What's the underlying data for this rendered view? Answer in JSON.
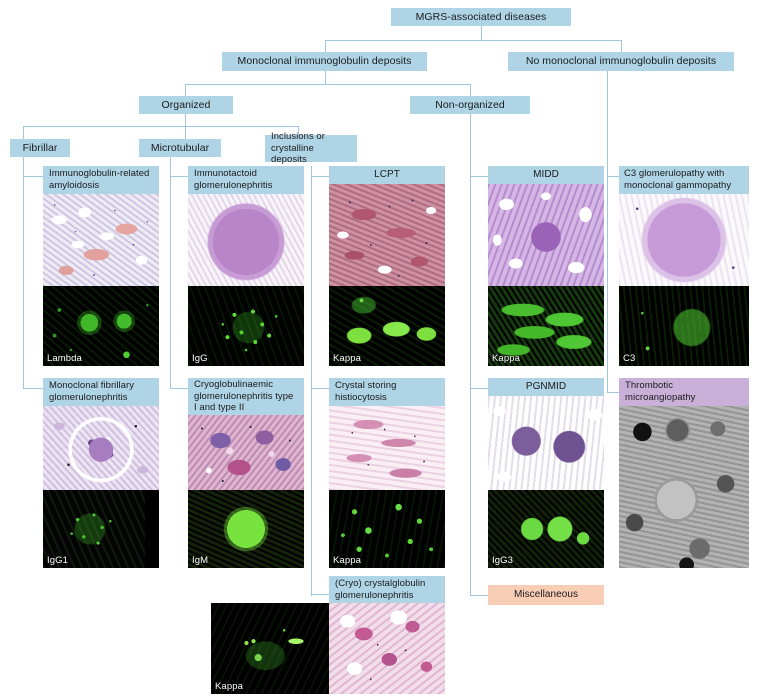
{
  "diagram": {
    "title": "MGRS-associated diseases",
    "root": {
      "label": "MGRS-associated diseases"
    },
    "level1": [
      {
        "label": "Monoclonal immunoglobulin deposits"
      },
      {
        "label": "No monoclonal immunoglobulin deposits"
      }
    ],
    "level2": [
      {
        "label": "Organized"
      },
      {
        "label": "Non-organized"
      }
    ],
    "level3": [
      {
        "label": "Fibrillar"
      },
      {
        "label": "Microtubular"
      },
      {
        "label": "Inclusions or crystalline deposits"
      }
    ],
    "colors": {
      "box_blue": "#aed4e6",
      "box_purple": "#c9b0d8",
      "box_peach": "#f8cdb6",
      "connector": "#9ec6de",
      "background": "#ffffff",
      "text": "#1b1b1b"
    }
  },
  "entities": [
    {
      "id": "amyloidosis",
      "label": "Immunoglobulin-related amyloidosis",
      "box_color": "blue",
      "histology_stain": "congo-red-amyloid",
      "if_label": "Lambda"
    },
    {
      "id": "immunotactoid",
      "label": "Immunotactoid glomerulonephritis",
      "box_color": "blue",
      "histology_stain": "pas-glomerulus",
      "if_label": "IgG"
    },
    {
      "id": "lcpt",
      "label": "LCPT",
      "box_color": "blue",
      "histology_stain": "he-proximal-tubules",
      "if_label": "Kappa"
    },
    {
      "id": "midd",
      "label": "MIDD",
      "box_color": "blue",
      "histology_stain": "pas-nodular-glomerulosclerosis",
      "if_label": "Kappa"
    },
    {
      "id": "c3g",
      "label": "C3 glomerulopathy with monoclonal gammopathy",
      "box_color": "blue",
      "histology_stain": "pas-glomerulus",
      "if_label": "C3"
    },
    {
      "id": "fibrillary",
      "label": "Monoclonal fibrillary glomerulonephritis",
      "box_color": "blue",
      "histology_stain": "silver-glomerulus",
      "if_label": "IgG1"
    },
    {
      "id": "cryoglobulinaemic",
      "label": "Cryoglobulinaemic glomerulonephritis type I and type II",
      "box_color": "blue",
      "histology_stain": "trichrome-cryoglobulin",
      "if_label": "IgM"
    },
    {
      "id": "crystal-storing",
      "label": "Crystal storing histiocytosis",
      "box_color": "blue",
      "histology_stain": "he-histiocytes",
      "if_label": "Kappa"
    },
    {
      "id": "pgnmid",
      "label": "PGNMID",
      "box_color": "blue",
      "histology_stain": "silver-glomeruli",
      "if_label": "IgG3"
    },
    {
      "id": "tma",
      "label": "Thrombotic microangiopathy",
      "box_color": "purple",
      "histology_stain": "electron-micrograph",
      "if_label": null
    },
    {
      "id": "cryocrystalglobulin",
      "label": "(Cryo) crystalglobulin glomerulonephritis",
      "box_color": "blue",
      "histology_stain": "he-crystalglobulin",
      "if_label": "Kappa"
    },
    {
      "id": "miscellaneous",
      "label": "Miscellaneous",
      "box_color": "peach",
      "histology_stain": null,
      "if_label": null
    }
  ]
}
